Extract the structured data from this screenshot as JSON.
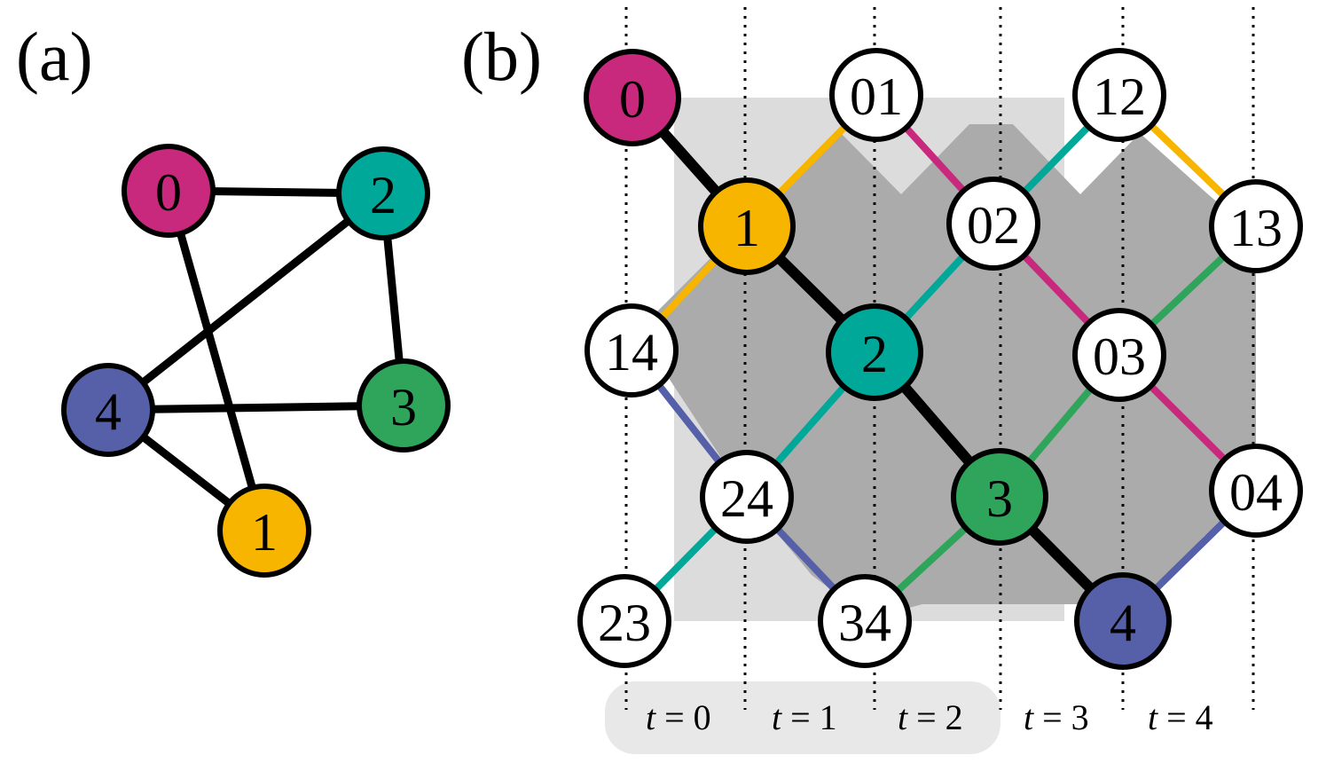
{
  "panel_labels": {
    "a": "(a)",
    "b": "(b)"
  },
  "colors": {
    "node0": "#C8297C",
    "node1": "#F7B500",
    "node2": "#00A89A",
    "node3": "#2FA45B",
    "node4": "#5560A8",
    "white": "#FFFFFF",
    "edge": "#000000",
    "shade_light": "#DCDCDC",
    "shade_dark": "#ABABAB",
    "time_pill": "#E8E8E8"
  },
  "graph_a": {
    "nodes": [
      {
        "id": "0",
        "label": "0",
        "color": "node0"
      },
      {
        "id": "2",
        "label": "2",
        "color": "node2"
      },
      {
        "id": "4",
        "label": "4",
        "color": "node4"
      },
      {
        "id": "3",
        "label": "3",
        "color": "node3"
      },
      {
        "id": "1",
        "label": "1",
        "color": "node1"
      }
    ],
    "edges": [
      [
        "0",
        "2"
      ],
      [
        "0",
        "1"
      ],
      [
        "2",
        "4"
      ],
      [
        "2",
        "3"
      ],
      [
        "4",
        "3"
      ],
      [
        "4",
        "1"
      ]
    ]
  },
  "graph_b": {
    "path_nodes": [
      "0",
      "1",
      "2",
      "3",
      "4"
    ],
    "edge_nodes": [
      "01",
      "12",
      "02",
      "13",
      "14",
      "03",
      "24",
      "04",
      "23",
      "34"
    ],
    "node_labels": {
      "0": "0",
      "1": "1",
      "2": "2",
      "3": "3",
      "4": "4",
      "01": "01",
      "12": "12",
      "02": "02",
      "13": "13",
      "14": "14",
      "03": "03",
      "24": "24",
      "04": "04",
      "23": "23",
      "34": "34"
    },
    "time_labels": [
      {
        "var": "t",
        "eq": "= 0"
      },
      {
        "var": "t",
        "eq": "= 1"
      },
      {
        "var": "t",
        "eq": "= 2"
      },
      {
        "var": "t",
        "eq": "= 3"
      },
      {
        "var": "t",
        "eq": "= 4"
      }
    ]
  }
}
